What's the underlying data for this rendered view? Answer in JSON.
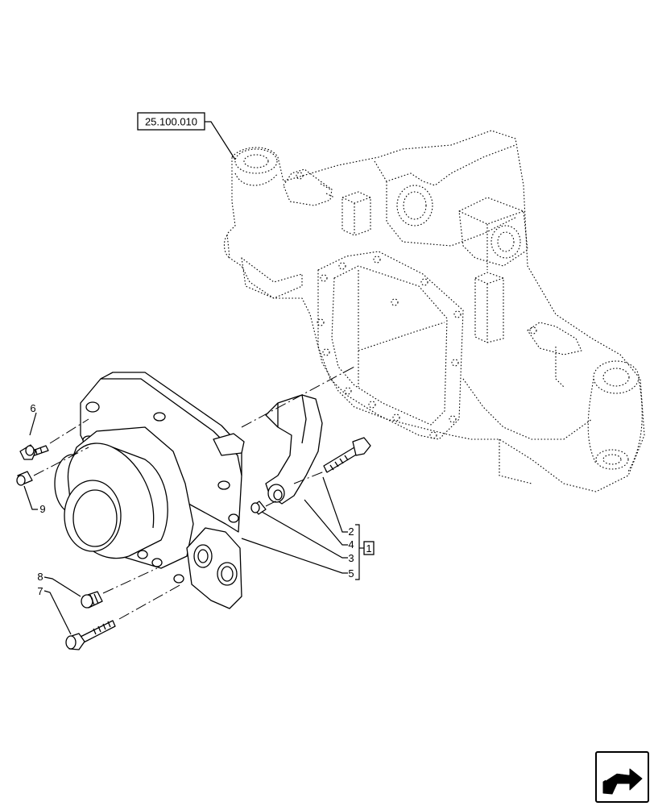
{
  "reference_label": "25.100.010",
  "group_label": "1",
  "callouts": {
    "c2": "2",
    "c4": "4",
    "c3": "3",
    "c5": "5",
    "c6": "6",
    "c7": "7",
    "c8": "8",
    "c9": "9"
  },
  "icons": {
    "nav": "next-page-arrow-icon"
  }
}
